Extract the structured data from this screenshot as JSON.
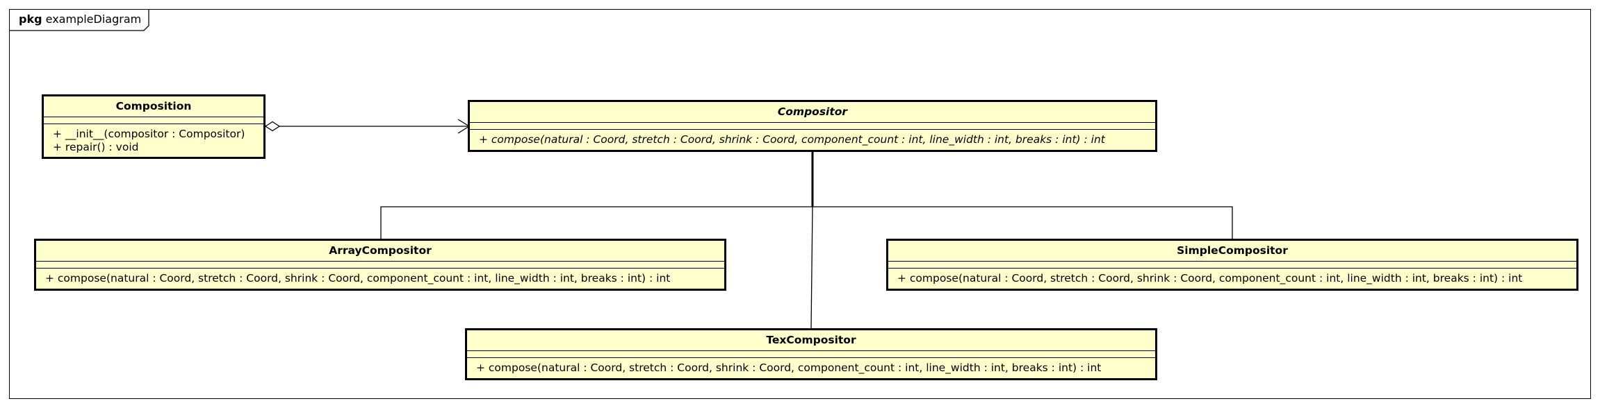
{
  "package": {
    "keyword": "pkg",
    "name": "exampleDiagram"
  },
  "classes": {
    "composition": {
      "name": "Composition",
      "operations": [
        "+ __init__(compositor : Compositor)",
        "+ repair() : void"
      ]
    },
    "compositor": {
      "name": "Compositor",
      "operations": [
        "+ compose(natural : Coord, stretch : Coord, shrink : Coord, component_count : int, line_width : int, breaks : int) : int"
      ]
    },
    "array_compositor": {
      "name": "ArrayCompositor",
      "operations": [
        "+ compose(natural : Coord, stretch : Coord, shrink : Coord, component_count : int, line_width : int, breaks : int) : int"
      ]
    },
    "simple_compositor": {
      "name": "SimpleCompositor",
      "operations": [
        "+ compose(natural : Coord, stretch : Coord, shrink : Coord, component_count : int, line_width : int, breaks : int) : int"
      ]
    },
    "tex_compositor": {
      "name": "TexCompositor",
      "operations": [
        "+ compose(natural : Coord, stretch : Coord, shrink : Coord, component_count : int, line_width : int, breaks : int) : int"
      ]
    }
  }
}
